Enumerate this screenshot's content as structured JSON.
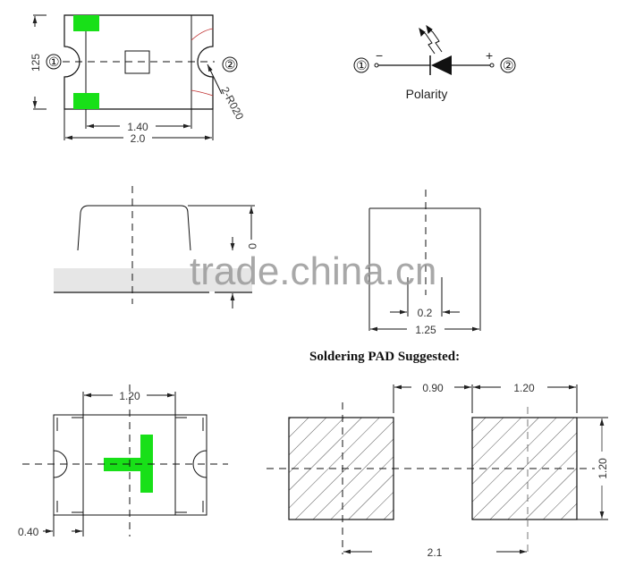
{
  "top_view": {
    "width_label": "2.0",
    "pad_span_label": "1.40",
    "height_label": "125",
    "radius_label": "2-R020",
    "pin1_label": "①",
    "pin2_label": "②",
    "pad_color": "#18e018",
    "arc_color": "#c03030"
  },
  "polarity": {
    "pin1_label": "①",
    "pin2_label": "②",
    "minus_label": "−",
    "plus_label": "+",
    "caption": "Polarity"
  },
  "side_view": {
    "height_label": "0"
  },
  "end_view": {
    "gap_label": "0.2",
    "width_label": "1.25"
  },
  "watermark": "trade.china.cn",
  "bottom_view": {
    "center_width_label": "1.20",
    "terminal_width_label": "0.40",
    "mark_color": "#18e018"
  },
  "solder_pad": {
    "title": "Soldering PAD Suggested:",
    "gap_label": "0.90",
    "pad_width_label": "1.20",
    "pad_height_label": "1.20",
    "pitch_label": "2.1"
  }
}
